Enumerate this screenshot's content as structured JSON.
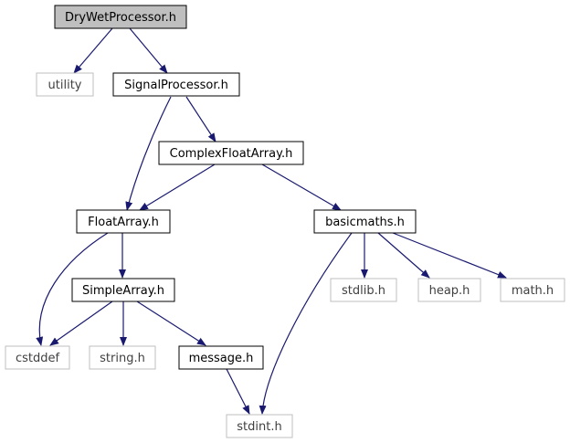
{
  "diagram": {
    "nodes": {
      "drywet": "DryWetProcessor.h",
      "utility": "utility",
      "signalproc": "SignalProcessor.h",
      "complexfloat": "ComplexFloatArray.h",
      "floatarray": "FloatArray.h",
      "basicmaths": "basicmaths.h",
      "simplearray": "SimpleArray.h",
      "cstddef": "cstddef",
      "string": "string.h",
      "message": "message.h",
      "stdlib": "stdlib.h",
      "heap": "heap.h",
      "math": "math.h",
      "stdint": "stdint.h"
    },
    "colors": {
      "edge": "#191970",
      "root_fill": "#bfbfbf",
      "border": "#000000",
      "external_border": "#bfbfbf",
      "external_text": "#404040",
      "text": "#000000"
    }
  }
}
